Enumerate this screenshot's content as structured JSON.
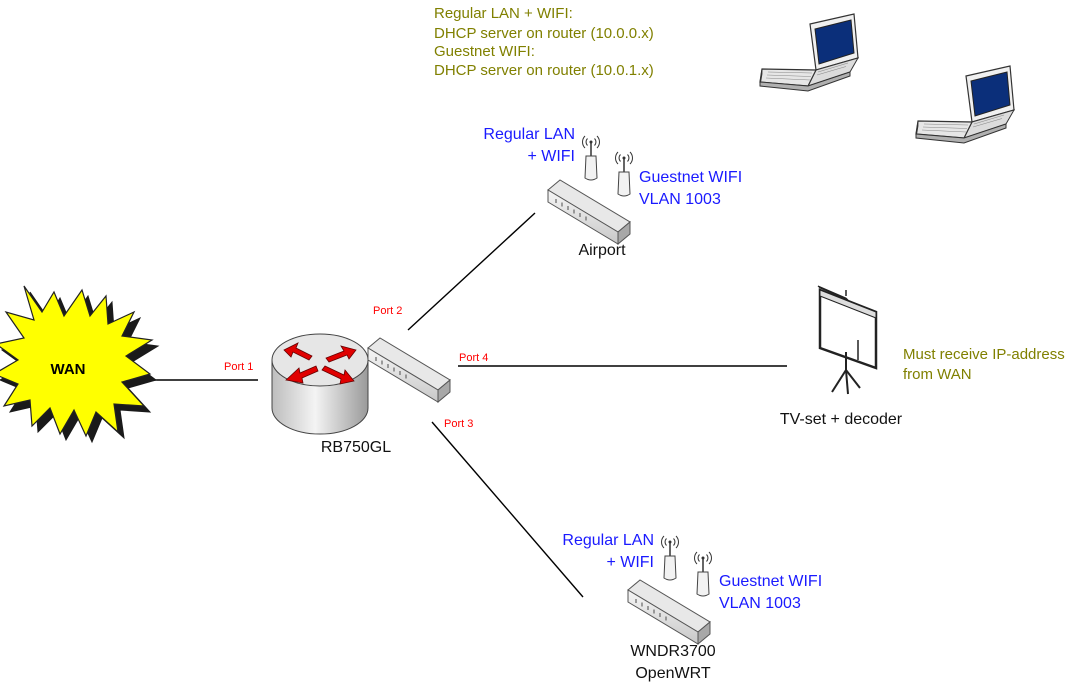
{
  "notes": {
    "top": [
      "Regular LAN + WIFI:",
      "DHCP server on router (10.0.0.x)",
      "Guestnet WIFI:",
      "DHCP server on router (10.0.1.x)"
    ],
    "tv": [
      "Must receive IP-address",
      "from WAN"
    ]
  },
  "wan": {
    "label": "WAN"
  },
  "router": {
    "label": "RB750GL"
  },
  "ports": {
    "p1": "Port 1",
    "p2": "Port 2",
    "p3": "Port 3",
    "p4": "Port 4"
  },
  "airport": {
    "label": "Airport",
    "lan": [
      "Regular LAN",
      "+ WIFI"
    ],
    "guest": [
      "Guestnet WIFI",
      "VLAN 1003"
    ]
  },
  "wndr": {
    "label": [
      "WNDR3700",
      "OpenWRT"
    ],
    "lan": [
      "Regular LAN",
      "+ WIFI"
    ],
    "guest": [
      "Guestnet WIFI",
      "VLAN 1003"
    ]
  },
  "tv": {
    "label": "TV-set + decoder"
  },
  "colors": {
    "note": "#808000",
    "wifi": "#1a1aff",
    "port": "#ff0000",
    "wan_fill": "#ffff00",
    "arrow": "#e00000"
  }
}
